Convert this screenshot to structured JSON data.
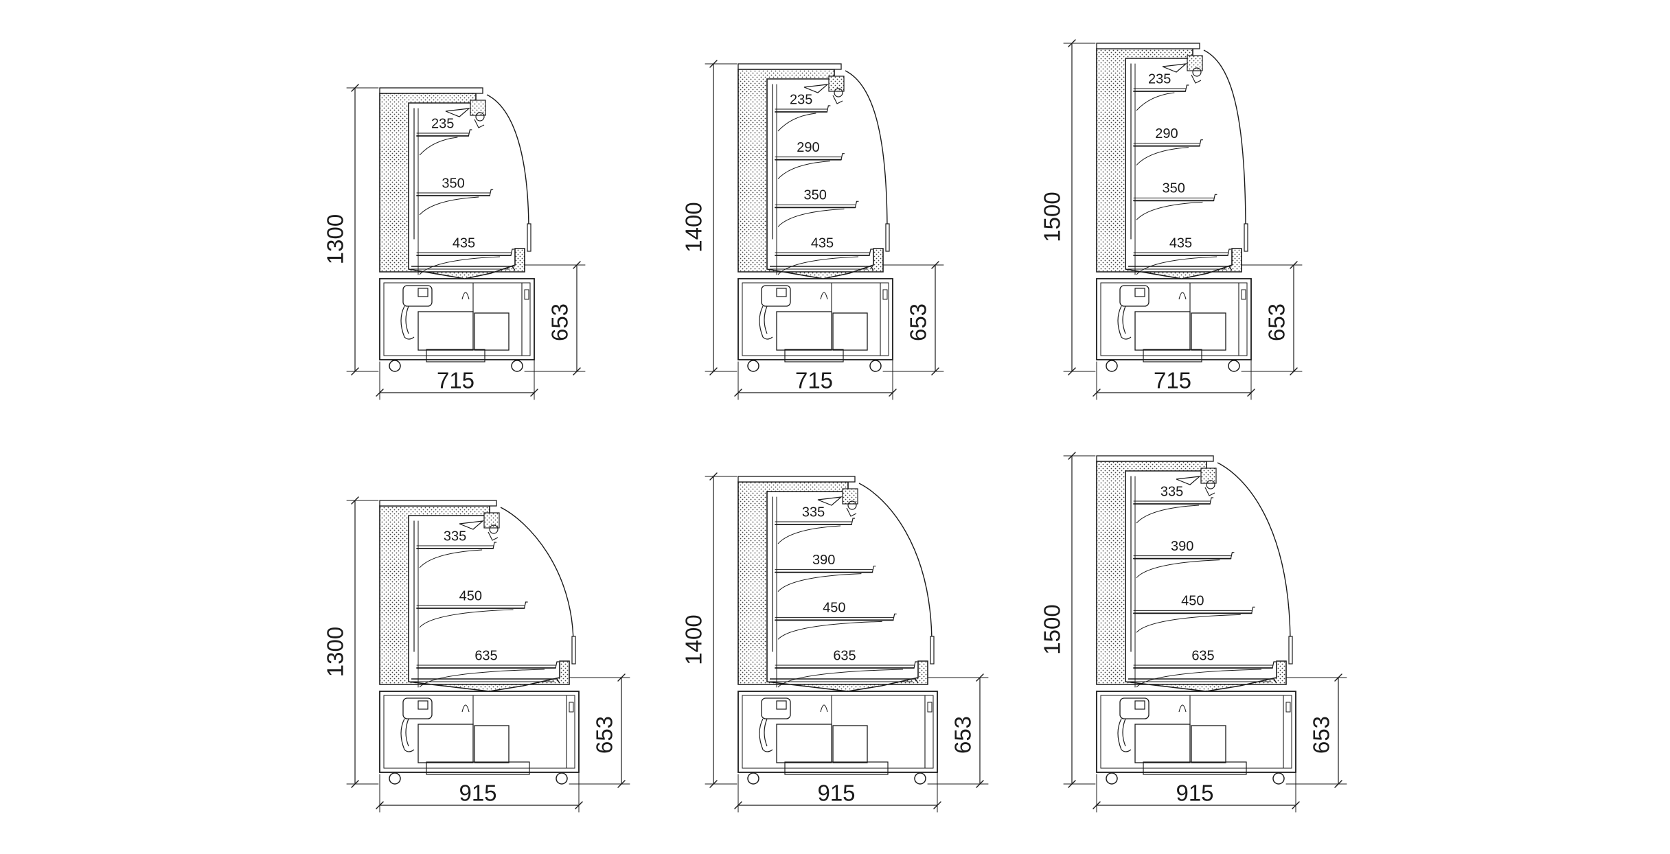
{
  "colors": {
    "line": "#1a1a1a",
    "insulation": "#555555",
    "background": "#ffffff"
  },
  "units": [
    {
      "name": "unit-715-1300",
      "height_label": "1300",
      "base_height_label": "653",
      "depth_label": "715",
      "shelves": [
        "235",
        "350",
        "435"
      ]
    },
    {
      "name": "unit-715-1400",
      "height_label": "1400",
      "base_height_label": "653",
      "depth_label": "715",
      "shelves": [
        "235",
        "290",
        "350",
        "435"
      ]
    },
    {
      "name": "unit-715-1500",
      "height_label": "1500",
      "base_height_label": "653",
      "depth_label": "715",
      "shelves": [
        "235",
        "290",
        "350",
        "435"
      ]
    },
    {
      "name": "unit-915-1300",
      "height_label": "1300",
      "base_height_label": "653",
      "depth_label": "915",
      "shelves": [
        "335",
        "450",
        "635"
      ]
    },
    {
      "name": "unit-915-1400",
      "height_label": "1400",
      "base_height_label": "653",
      "depth_label": "915",
      "shelves": [
        "335",
        "390",
        "450",
        "635"
      ]
    },
    {
      "name": "unit-915-1500",
      "height_label": "1500",
      "base_height_label": "653",
      "depth_label": "915",
      "shelves": [
        "335",
        "390",
        "450",
        "635"
      ]
    }
  ]
}
